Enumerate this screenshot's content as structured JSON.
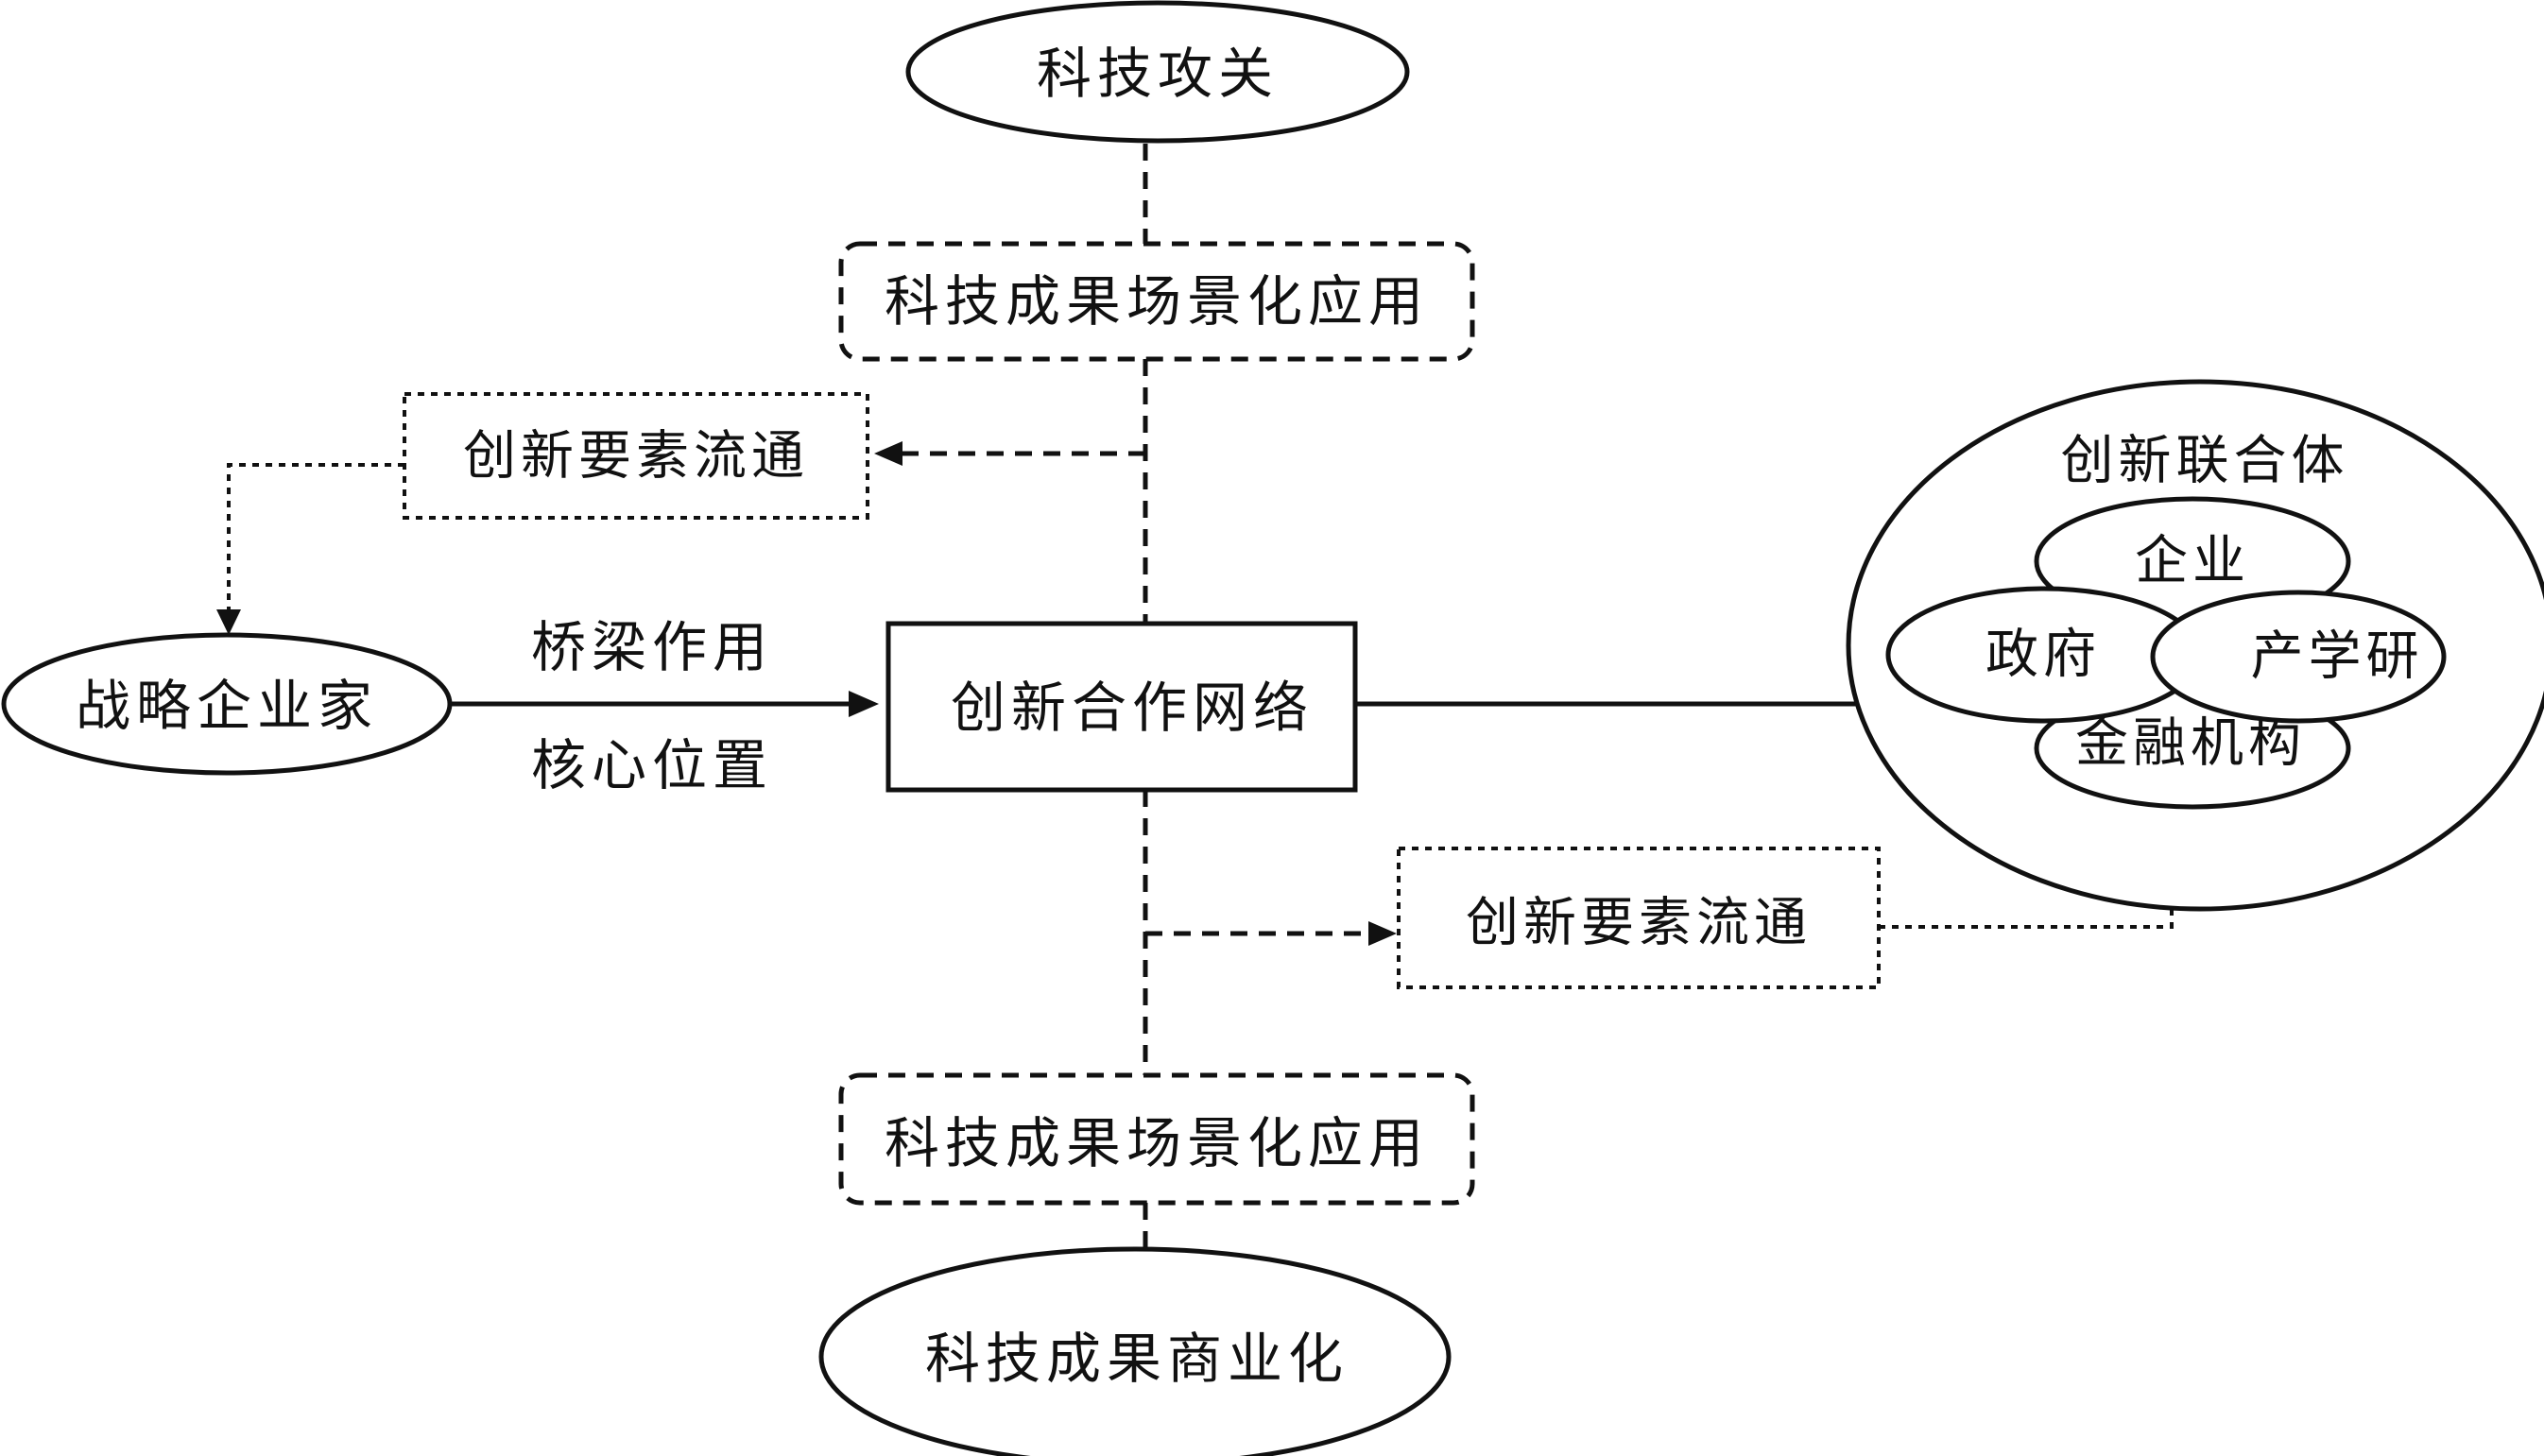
{
  "nodes": {
    "top_goal": "科技攻关",
    "top_app": "科技成果场景化应用",
    "flow_upper": "创新要素流通",
    "entrepreneur": "战略企业家",
    "network": "创新合作网络",
    "flow_lower": "创新要素流通",
    "bottom_app": "科技成果场景化应用",
    "bottom_goal": "科技成果商业化"
  },
  "edge_labels": {
    "bridge": "桥梁作用",
    "core": "核心位置"
  },
  "alliance": {
    "title": "创新联合体",
    "members": {
      "enterprise": "企业",
      "government": "政府",
      "industry_academia_research": "产学研",
      "financial_institutions": "金融机构"
    }
  }
}
